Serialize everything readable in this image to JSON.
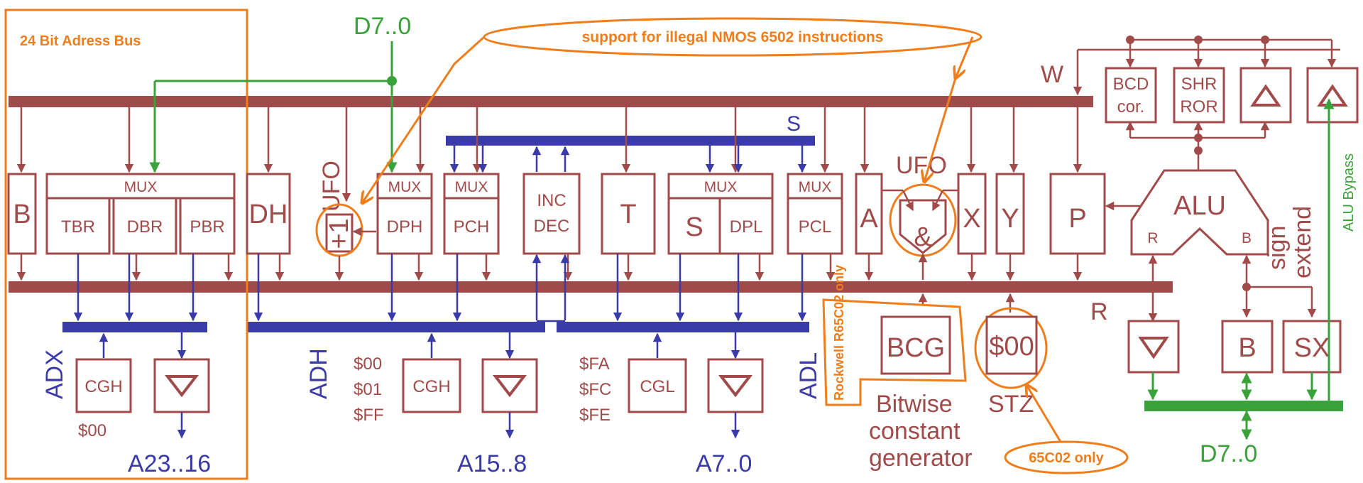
{
  "colors": {
    "brown": "#a04a4a",
    "blue": "#3a3aa8",
    "green": "#3aa23a",
    "orange": "#f07d1c"
  },
  "labels": {
    "adress_bus": "24 Bit Adress Bus",
    "d7_top": "D7..0",
    "d7_bottom": "D7..0",
    "illegal": "support for illegal NMOS 6502 instructions",
    "only_65c02": "65C02 only",
    "rockwell": "Rockwell R65C02 only",
    "ufo_left": "UFO",
    "ufo_mid": "UFO",
    "w": "W",
    "s": "S",
    "r": "R",
    "alu_bypass": "ALU Bypass",
    "sign_extend_1": "sign",
    "sign_extend_2": "extend",
    "bitwise_1": "Bitwise",
    "bitwise_2": "constant",
    "bitwise_3": "generator",
    "stz": "STZ",
    "adx": "ADX",
    "adh": "ADH",
    "adl": "ADL",
    "a23": "A23..16",
    "a15": "A15..8",
    "a7": "A7..0",
    "c00_left": "$00",
    "adh_consts": [
      "$00",
      "$01",
      "$FF"
    ],
    "adl_consts": [
      "$FA",
      "$FC",
      "$FE"
    ]
  },
  "regs": {
    "b": "B",
    "mux_left": "MUX",
    "tbr": "TBR",
    "dbr": "DBR",
    "pbr": "PBR",
    "dh": "DH",
    "plus1": "+1",
    "mux_dph": "MUX",
    "dph": "DPH",
    "mux_pch": "MUX",
    "pch": "PCH",
    "inc": "INC",
    "dec": "DEC",
    "t": "T",
    "mux_s": "MUX",
    "s": "S",
    "dpl": "DPL",
    "mux_pcl": "MUX",
    "pcl": "PCL",
    "a": "A",
    "and": "&",
    "x": "X",
    "y": "Y",
    "p": "P",
    "bcd1": "BCD",
    "bcd2": "cor.",
    "shr": "SHR",
    "ror": "ROR",
    "alu": "ALU",
    "alu_r": "R",
    "alu_b": "B",
    "bcg": "BCG",
    "zero": "$00",
    "cgh1": "CGH",
    "cgh2": "CGH",
    "cgl": "CGL",
    "b_low": "B",
    "sx": "SX"
  }
}
